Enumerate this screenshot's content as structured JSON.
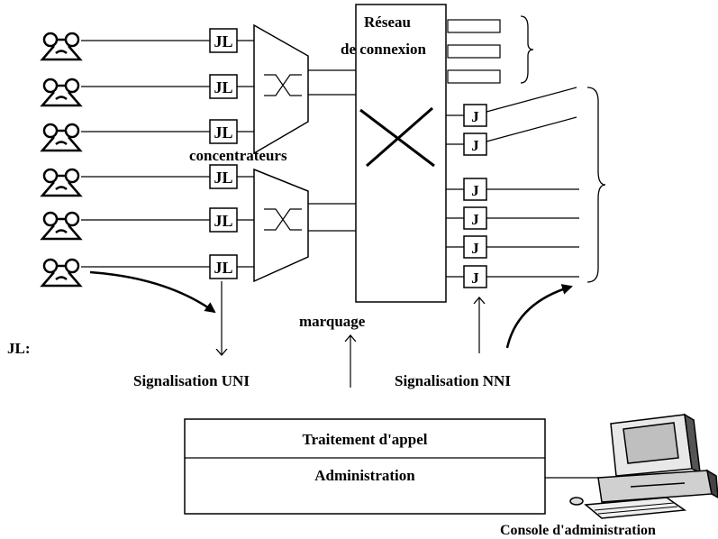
{
  "network": {
    "title_line1": "Réseau",
    "title_line2": "de connexion"
  },
  "concentrators_label": "concentrateurs",
  "line_units": [
    "JL",
    "JL",
    "JL",
    "JL",
    "JL",
    "JL"
  ],
  "trunk_units": [
    "J",
    "J",
    "J",
    "J",
    "J",
    "J"
  ],
  "labels": {
    "marquage": "marquage",
    "jl_legend": "JL:",
    "uni": "Signalisation UNI",
    "nni": "Signalisation NNI"
  },
  "control_box": {
    "row1": "Traitement d'appel",
    "row2": "Administration"
  },
  "console_label": "Console d'administration",
  "icons": {
    "subscriber": "telephone-icon",
    "console": "computer-icon"
  }
}
